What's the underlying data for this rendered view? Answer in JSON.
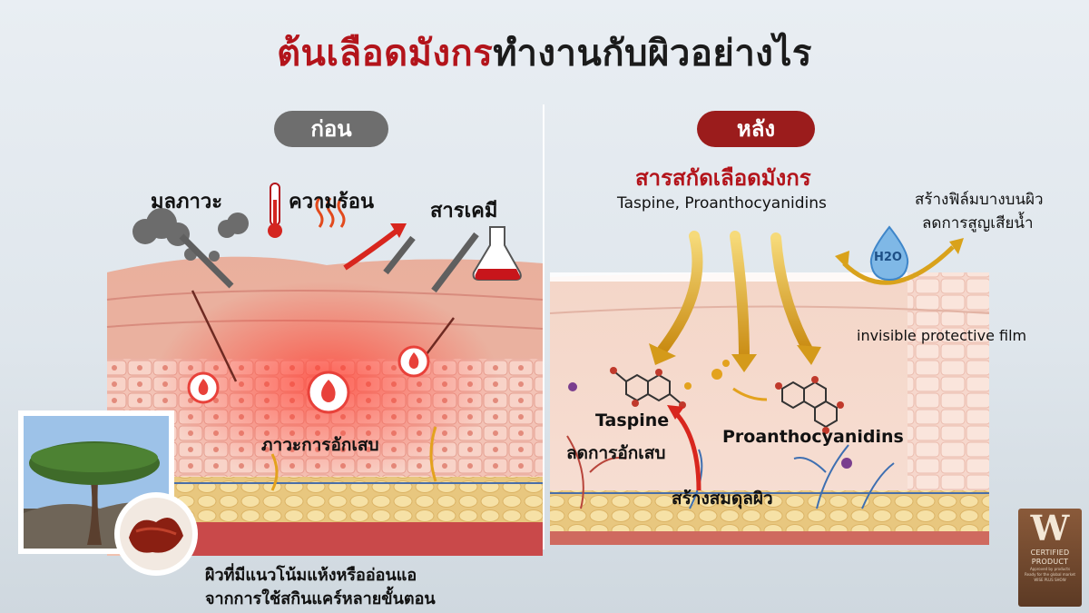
{
  "title": {
    "part_red": "ต้นเลือดมังกร",
    "part_dark": "ทำงานกับผิวอย่างไร"
  },
  "before": {
    "pill": "ก่อน",
    "pollution": "มลภาวะ",
    "heat": "ความร้อน",
    "chemical": "สารเคมี",
    "inflammation": "ภาวะการอักเสบ",
    "caption_line1": "ผิวที่มีแนวโน้มแห้งหรืออ่อนแอ",
    "caption_line2": "จากการใช้สกินแคร์หลายขั้นตอน"
  },
  "after": {
    "pill": "หลัง",
    "extract": "สารสกัดเลือดมังกร",
    "compounds": "Taspine,  Proanthocyanidins",
    "film_line1": "สร้างฟิล์มบางบนผิว",
    "film_line2": "ลดการสูญเสียน้ำ",
    "h2o": "H2O",
    "protective": "invisible protective film",
    "taspine": "Taspine",
    "reduce_inflammation": "ลดการอักเสบ",
    "proantho": "Proanthocyanidins",
    "balance": "สร้างสมดุลผิว"
  },
  "badge": {
    "letter": "W",
    "line1": "CERTIFIED",
    "line2": "PRODUCT",
    "tiny1": "Approved by products",
    "tiny2": "Ready for the global market",
    "tiny3": "WISE PLUS SHOW"
  },
  "colors": {
    "accent_red": "#b3141b",
    "gold": "#d9a21b",
    "skin": "#f2b8ad"
  }
}
